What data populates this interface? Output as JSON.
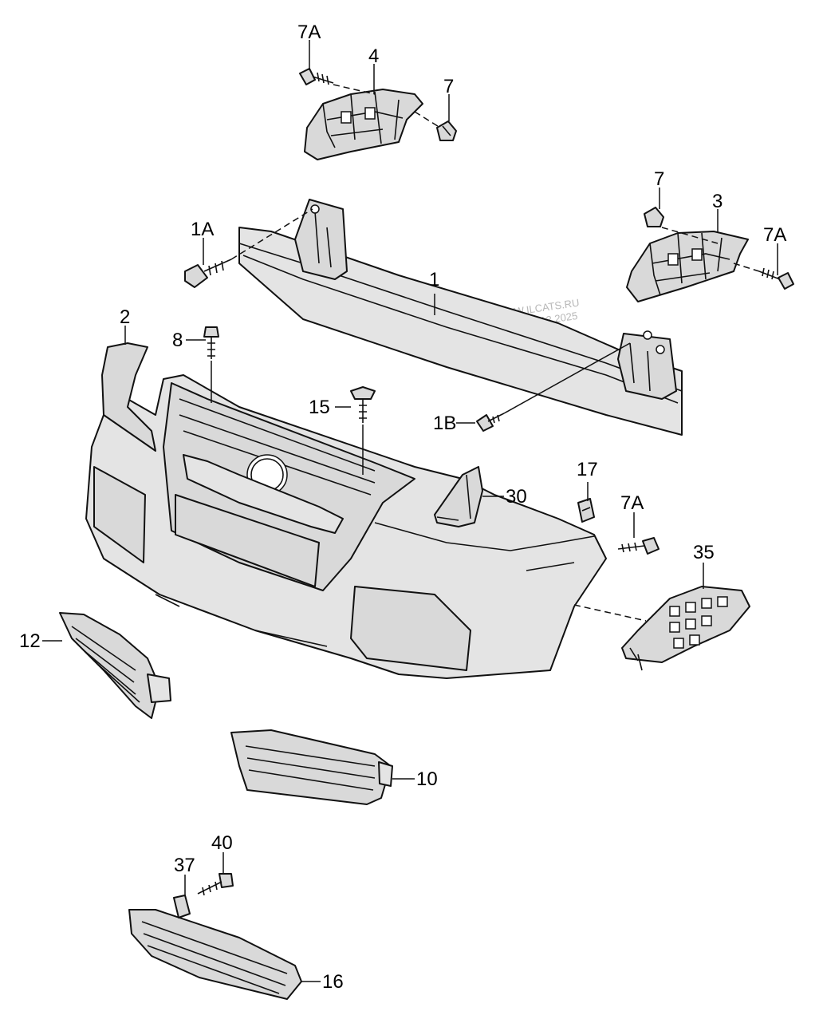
{
  "watermark": {
    "site": "WWW.ILCATS.RU",
    "timestamp": "11:28 10.12.2025"
  },
  "callouts": {
    "c1": "1",
    "c1A": "1A",
    "c1B": "1B",
    "c2": "2",
    "c3": "3",
    "c4": "4",
    "c7_top": "7",
    "c7_right": "7",
    "c7A_top": "7A",
    "c7A_right": "7A",
    "c7A_mid": "7A",
    "c8": "8",
    "c10": "10",
    "c12": "12",
    "c15": "15",
    "c16": "16",
    "c17": "17",
    "c30": "30",
    "c35": "35",
    "c37": "37",
    "c40": "40"
  },
  "colors": {
    "line": "#111111",
    "part_fill": "#d9d9d9",
    "background": "#ffffff",
    "watermark": "#b8b8b8"
  }
}
